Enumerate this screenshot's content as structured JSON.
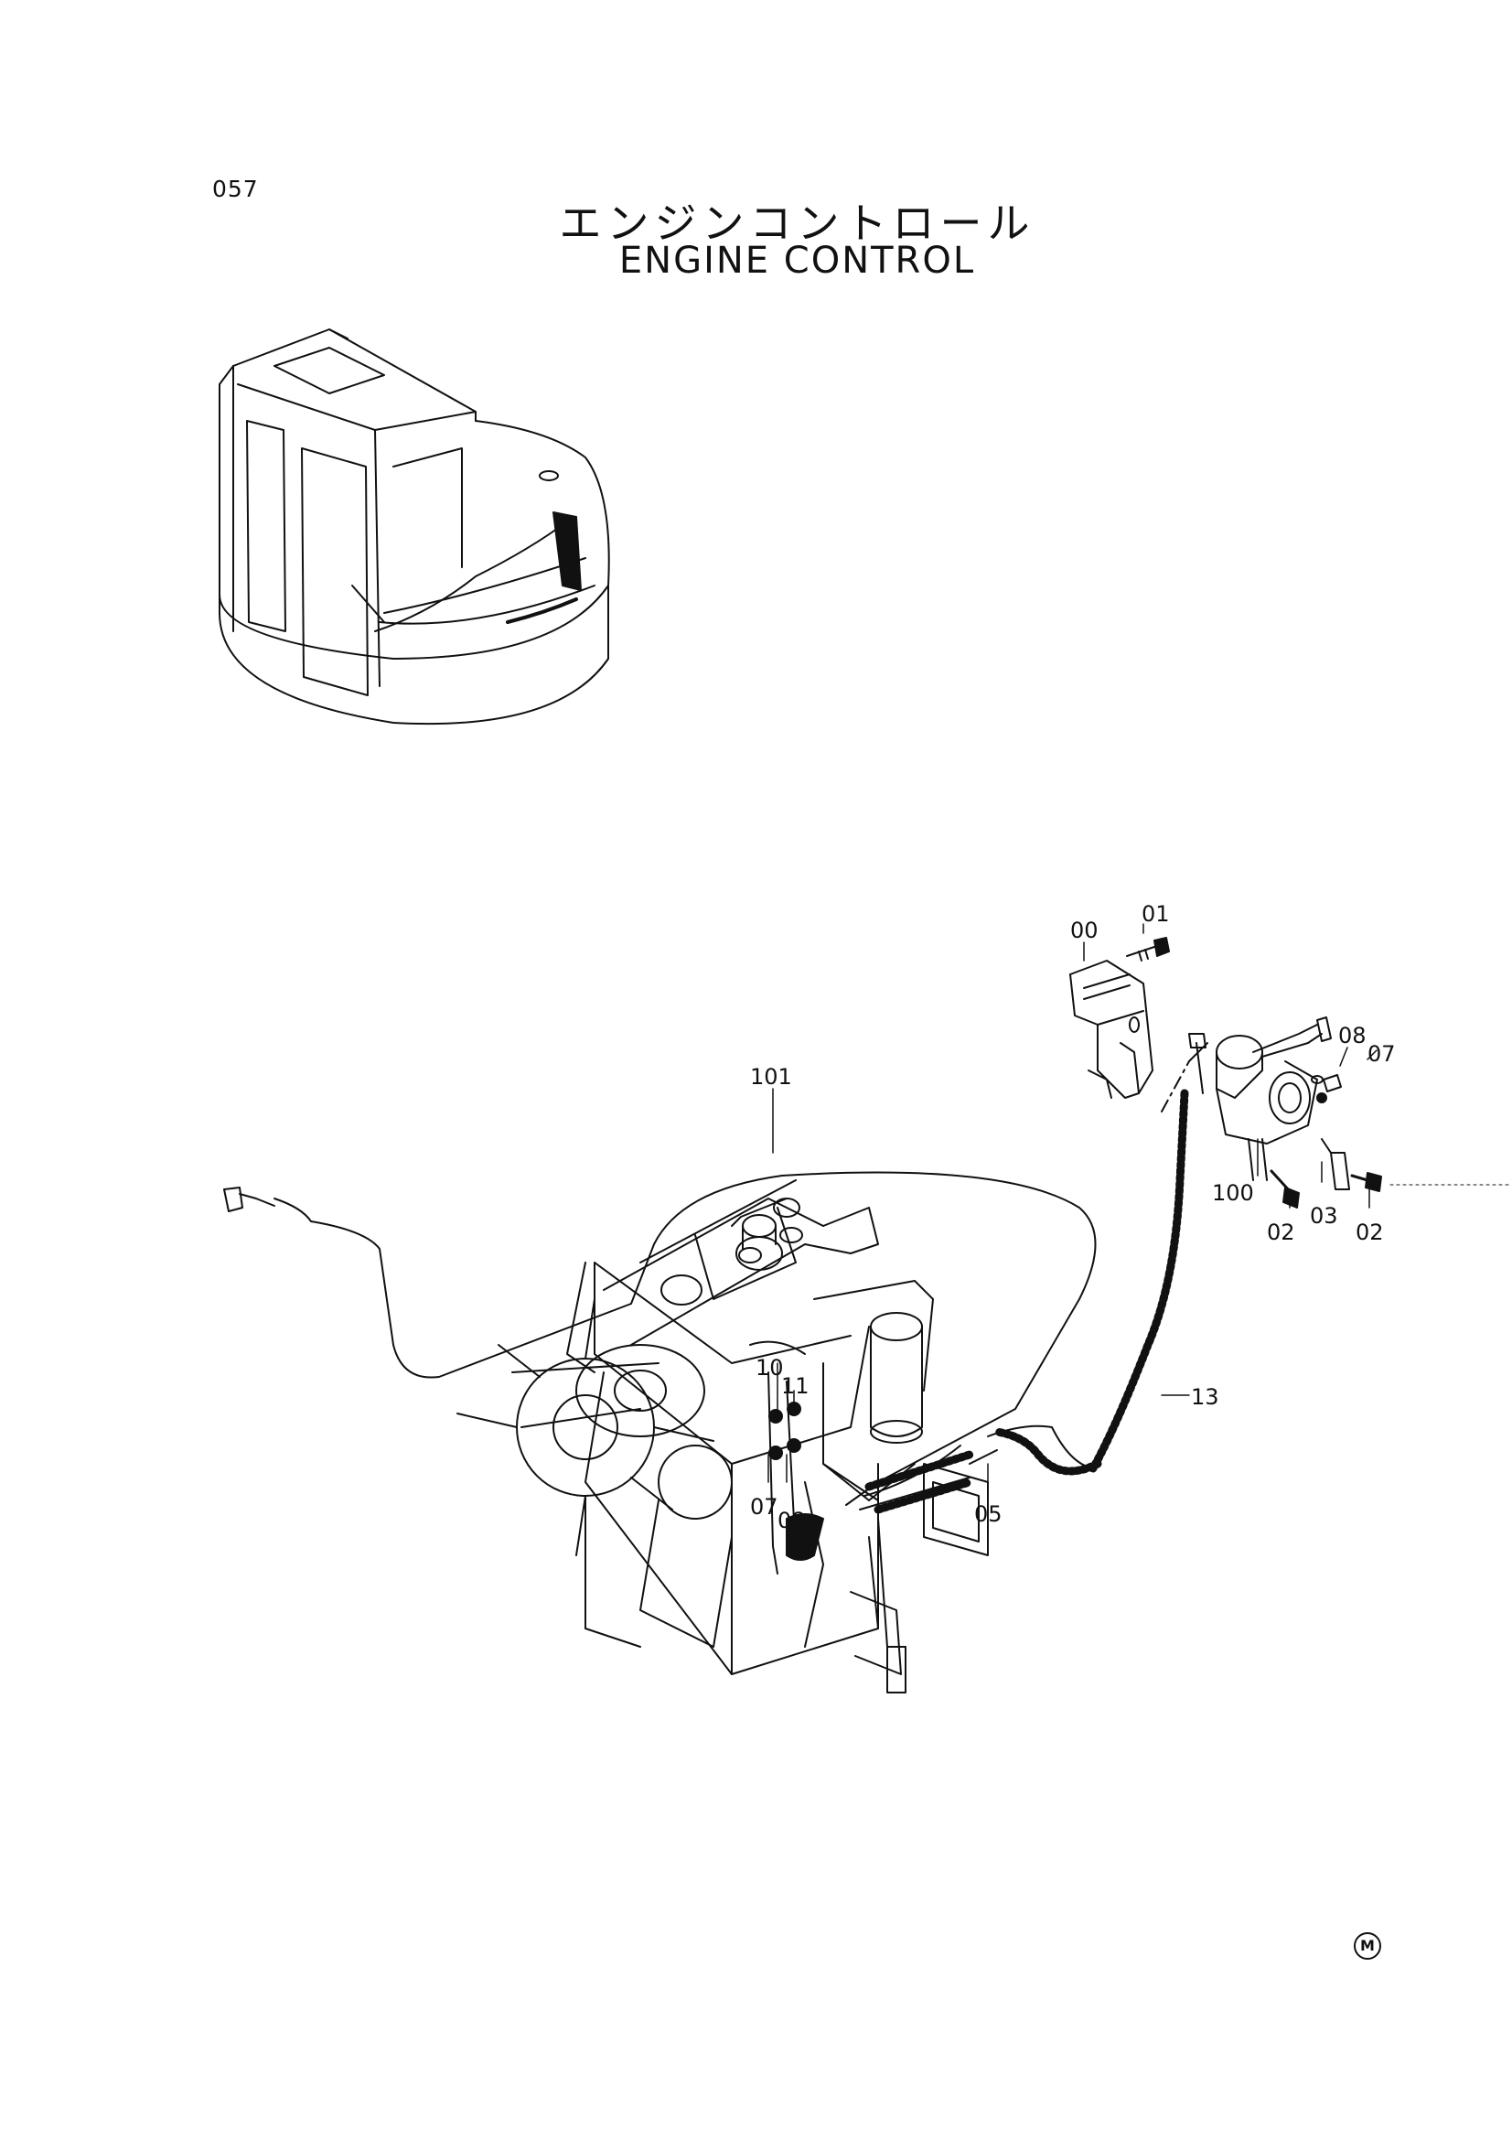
{
  "page_number": "057",
  "title_japanese": "エンジンコントロール",
  "title_english": "ENGINE CONTROL",
  "corner_mark": "M",
  "callouts": {
    "c00": "00",
    "c01": "01",
    "c08a": "08",
    "c07a": "07",
    "c101": "101",
    "c100": "100",
    "c03": "03",
    "c02a": "02",
    "c02b": "02",
    "c13": "13",
    "c10": "10",
    "c11": "11",
    "c07b": "07",
    "c08b": "08",
    "c05": "05"
  }
}
